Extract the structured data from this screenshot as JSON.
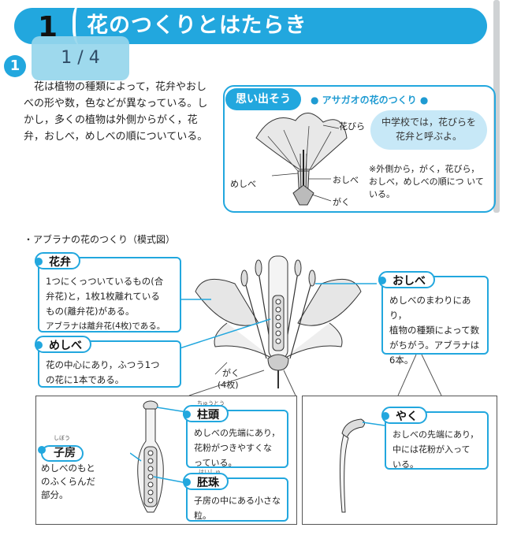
{
  "header": {
    "number": "1",
    "title": "花のつくりとはたらき"
  },
  "page_indicator": "1 / 4",
  "section_number": "1",
  "intro_text": "花は植物の種類によって，花弁やおしべの形や数，色などが異なっている。しかし，多くの植物は外側からがく，花弁，おしべ，めしべの順についている。",
  "recall": {
    "badge": "思い出そう",
    "title": "● アサガオの花のつくり ●",
    "bubble_line1": "中学校では，花びらを",
    "bubble_line2": "花弁と呼ぶよ。",
    "labels": {
      "petal": "花びら",
      "pistil": "めしべ",
      "stamen": "おしべ",
      "sepal": "がく"
    },
    "note": "※外側から，がく，花びら，おしべ，めしべの順につ いている。"
  },
  "diagram_caption": "・アブラナの花のつくり（模式図）",
  "callouts": {
    "petal": {
      "name": "花弁",
      "line1": "1つにくっついているもの(合",
      "line2": "弁花)と，1枚1枚離れている",
      "line3": "もの(離弁花)がある。",
      "line4": "アブラナは離弁花(4枚)である。"
    },
    "pistil": {
      "name": "めしべ",
      "line1": "花の中心にあり，ふつう1つ",
      "line2": "の花に1本である。"
    },
    "stamen": {
      "name": "おしべ",
      "line1": "めしべのまわりにあり，",
      "line2": "植物の種類によって数",
      "line3": "がちがう。アブラナは",
      "line4": "6本。"
    },
    "sepal_label": "がく",
    "sepal_count": "(4枚)",
    "ovary": {
      "name": "子房",
      "ruby": "しぼう",
      "line1": "めしべのもと",
      "line2": "のふくらんだ",
      "line3": "部分。"
    },
    "stigma": {
      "name": "柱頭",
      "ruby": "ちゅうとう",
      "line1": "めしべの先端にあり，",
      "line2": "花粉がつきやすくな",
      "line3": "っている。"
    },
    "ovule": {
      "name": "胚珠",
      "ruby": "はいしゅ",
      "line1": "子房の中にある小さな",
      "line2": "粒。"
    },
    "anther": {
      "name": "やく",
      "line1": "おしべの先端にあり，",
      "line2": "中には花粉が入って",
      "line3": "いる。"
    }
  },
  "colors": {
    "accent": "#22a7de",
    "bubble": "#c7e8f7",
    "page_indicator_bg": "#96d6ec"
  }
}
